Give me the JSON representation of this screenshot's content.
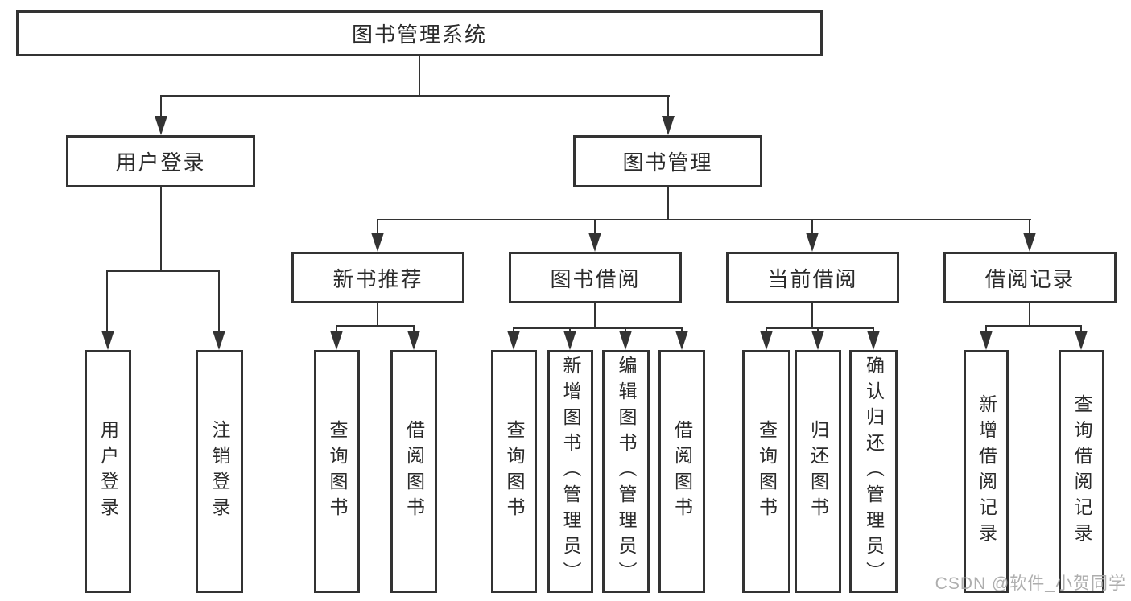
{
  "diagram": {
    "root": {
      "label": "图书管理系统"
    },
    "branches": [
      {
        "label": "用户登录",
        "children": [
          {
            "label": "用户登录"
          },
          {
            "label": "注销登录"
          }
        ]
      },
      {
        "label": "图书管理",
        "children": [
          {
            "label": "新书推荐",
            "children": [
              {
                "label": "查询图书"
              },
              {
                "label": "借阅图书"
              }
            ]
          },
          {
            "label": "图书借阅",
            "children": [
              {
                "label": "查询图书"
              },
              {
                "label": "新增图书（管理员）"
              },
              {
                "label": "编辑图书（管理员）"
              },
              {
                "label": "借阅图书"
              }
            ]
          },
          {
            "label": "当前借阅",
            "children": [
              {
                "label": "查询图书"
              },
              {
                "label": "归还图书"
              },
              {
                "label": "确认归还（管理员）"
              }
            ]
          },
          {
            "label": "借阅记录",
            "children": [
              {
                "label": "新增借阅记录"
              },
              {
                "label": "查询借阅记录"
              }
            ]
          }
        ]
      }
    ]
  },
  "watermark": {
    "text": "CSDN @软件_小贺同学"
  },
  "colors": {
    "line": "#333333",
    "text": "#2b2b2b",
    "watermark": "#a8a8a8",
    "background": "#ffffff"
  }
}
